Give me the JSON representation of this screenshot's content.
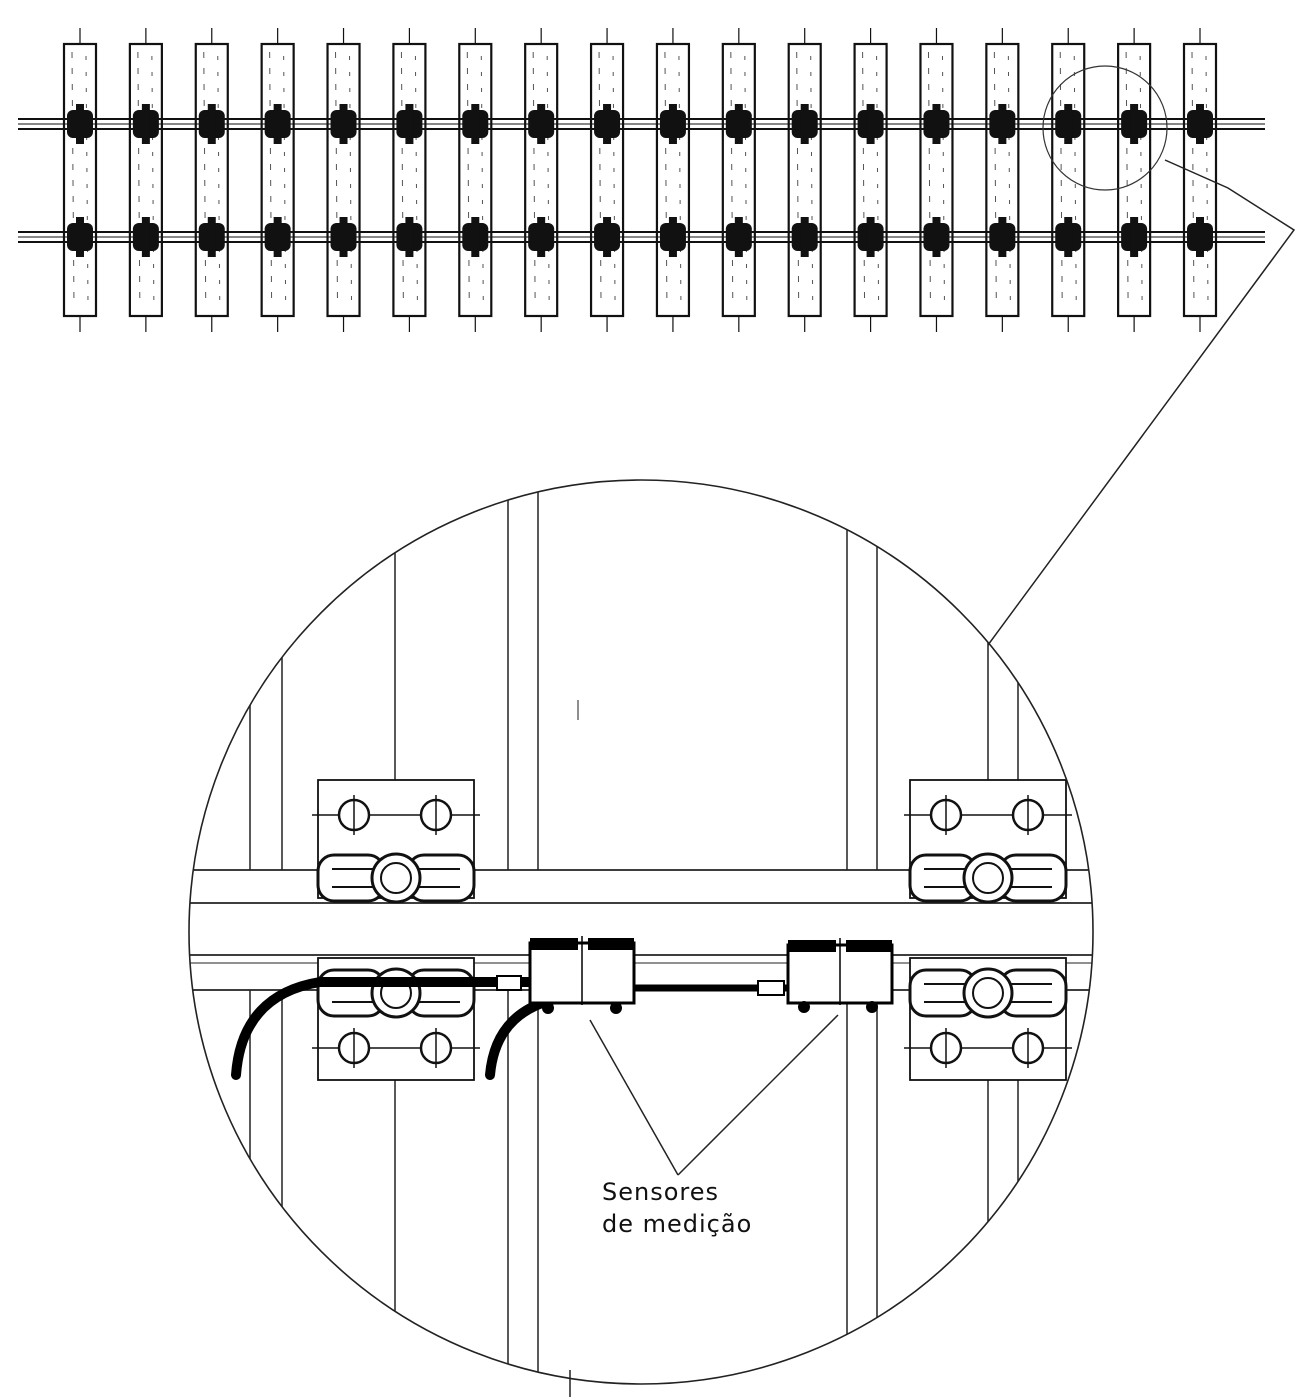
{
  "diagram": {
    "annotation": {
      "line1": "Sensores",
      "line2": "de medição"
    },
    "track_overview": {
      "tie_count": 18,
      "rail_count": 2
    },
    "detail_view": {
      "rail_clip_assemblies": 4,
      "sensors": 2,
      "cables": 2
    },
    "colors": {
      "ink": "#111111",
      "hatch": "#555555",
      "background": "#ffffff"
    }
  }
}
